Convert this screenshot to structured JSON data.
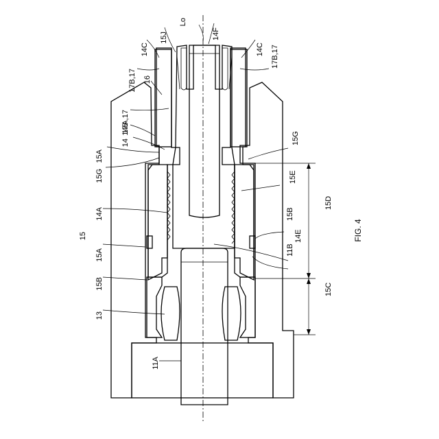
{
  "figure": {
    "caption": "FIG. 4",
    "labels": {
      "lo": "Lo",
      "l14F": "14F",
      "l15J": "15J",
      "l14C_left": "14C",
      "l14C_right": "14C",
      "l17B17_left": "17B,17",
      "l17B17_right": "17B,17",
      "l16": "16",
      "l17A17": "17A,17",
      "l14B": "14B",
      "l14": "14",
      "l15A_top": "15A",
      "l15G_left": "15G",
      "l15G_right": "15G",
      "l15E": "15E",
      "l14A": "14A",
      "l15": "15",
      "l15A_lower": "15A",
      "l15B_right": "15B",
      "l15D": "15D",
      "l14E": "14E",
      "l11B": "11B",
      "l15B_left": "15B",
      "l15C": "15C",
      "l13": "13",
      "l11A": "11A"
    }
  }
}
